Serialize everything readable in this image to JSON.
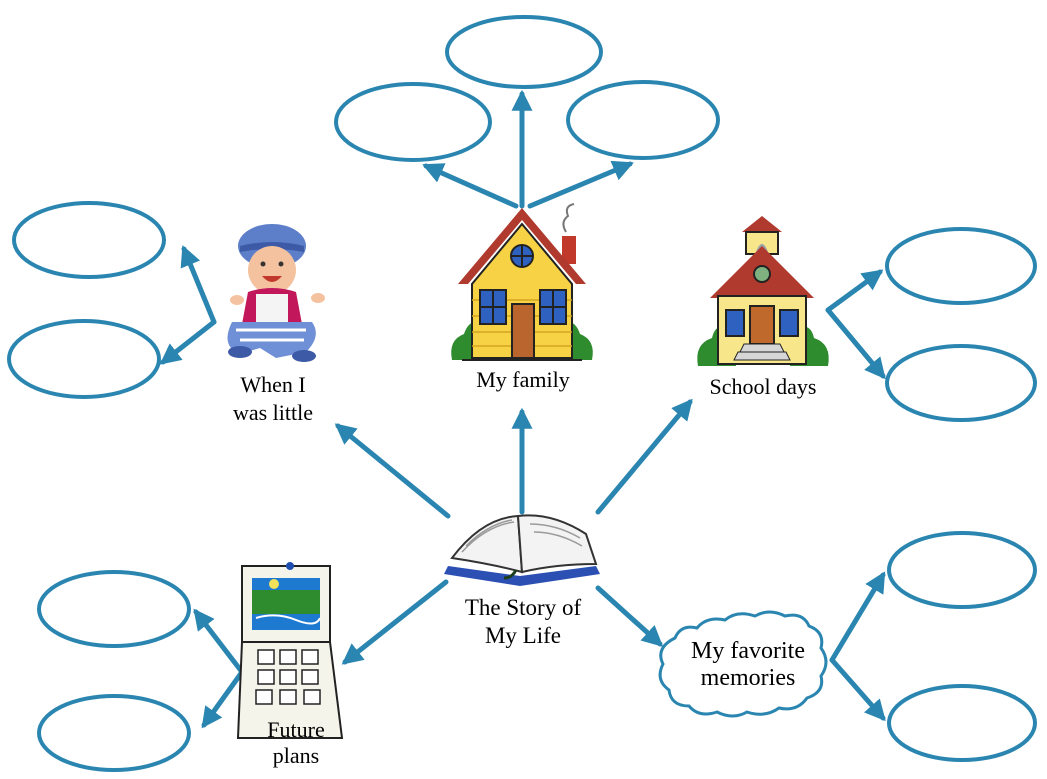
{
  "center": {
    "line1": "The Story of",
    "line2": "My Life"
  },
  "topics": {
    "family": "My family",
    "little": {
      "line1": "When I",
      "line2": "was little"
    },
    "school": "School days",
    "future": {
      "line1": "Future",
      "line2": "plans"
    },
    "memories": {
      "line1": "My favorite",
      "line2": "memories"
    }
  },
  "colors": {
    "arrow": "#2a86b0",
    "text": "#000000",
    "background": "#ffffff"
  }
}
